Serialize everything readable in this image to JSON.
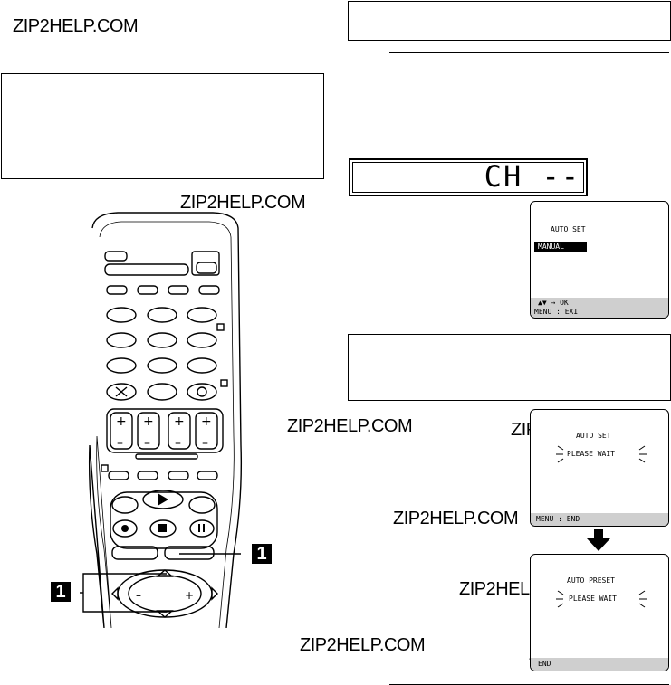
{
  "watermark": "ZIP2HELP.COM",
  "callout_label": "1",
  "lcd_display": "CH --",
  "screen1": {
    "line1": "AUTO SET",
    "line2": "MANUAL",
    "nav_hint": "▲▼ → OK",
    "footer": "MENU : EXIT"
  },
  "screen2": {
    "line1": "AUTO SET",
    "line2": "PLEASE WAIT",
    "footer": "MENU : END"
  },
  "screen3": {
    "line1": "AUTO PRESET",
    "line2": "PLEASE WAIT",
    "footer": "END"
  },
  "arrow": "down-arrow",
  "remote": {
    "play_symbol": "▶",
    "stop_symbol": "■",
    "pause_symbol": "II",
    "record_symbol": "●",
    "plus": "+",
    "minus": "–"
  }
}
